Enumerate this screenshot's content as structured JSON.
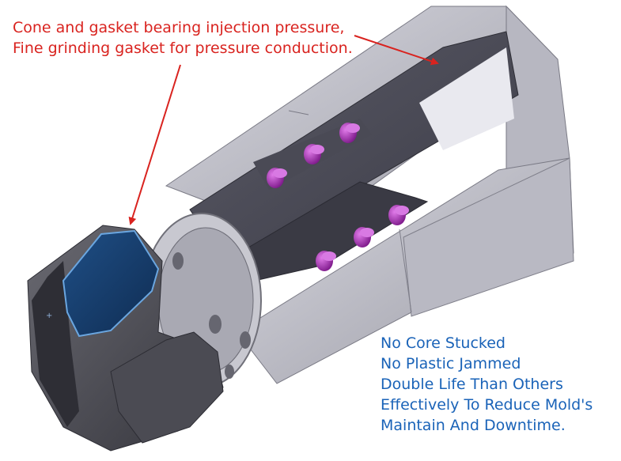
{
  "callout": {
    "line1": "Cone and gasket bearing injection pressure,",
    "line2": "Fine grinding gasket for pressure conduction."
  },
  "features": [
    "No Core Stucked",
    "No Plastic Jammed",
    "Double Life Than Others",
    "Effectively To Reduce Mold's",
    "Maintain And Downtime."
  ],
  "colors": {
    "callout_text": "#d9231f",
    "feature_text": "#1a63b8",
    "arrow": "#d9231f",
    "metal_light": "#c9c9d3",
    "metal_mid": "#8d8d99",
    "metal_dark": "#4c4c58",
    "gasket_face": "#143a66",
    "roller": "#a62ab1"
  }
}
